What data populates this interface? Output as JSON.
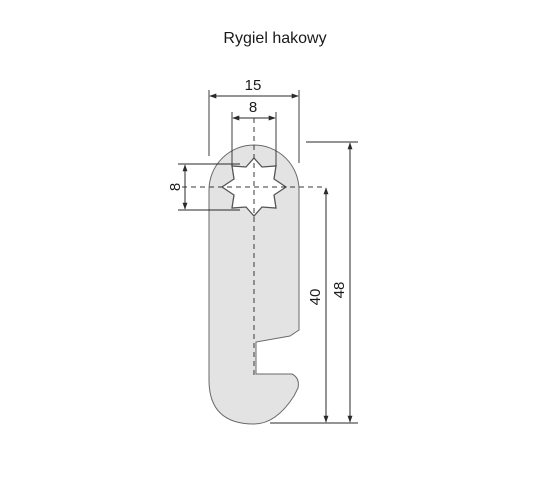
{
  "title": "Rygiel hakowy",
  "dimensions": {
    "width_overall": "15",
    "hole_width": "8",
    "hole_height": "8",
    "hole_to_hook": "40",
    "overall_length": "48"
  },
  "colors": {
    "part_fill": "#e3e3e3",
    "part_stroke": "#555555",
    "dim_line": "#2a2a2a",
    "text": "#1a1a1a"
  }
}
